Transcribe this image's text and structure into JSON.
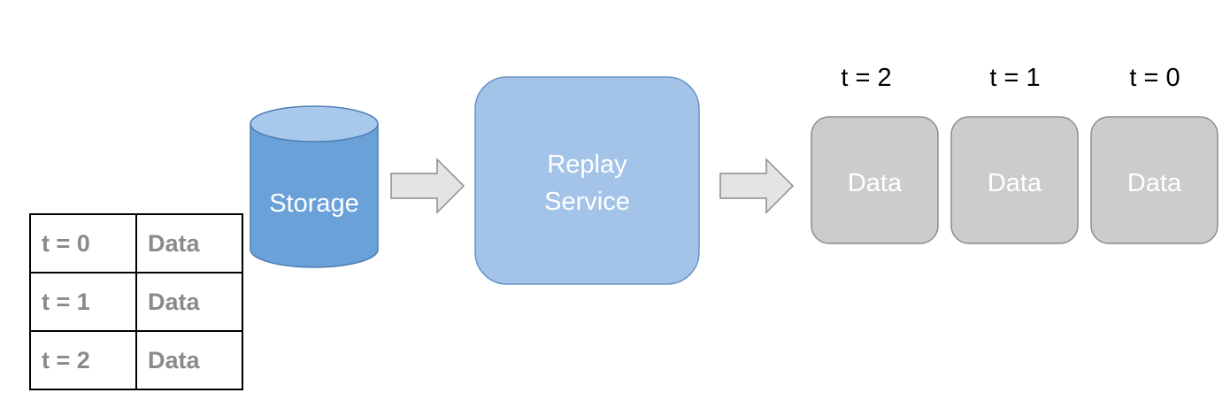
{
  "storage": {
    "label": "Storage"
  },
  "replay_service": {
    "line1": "Replay",
    "line2": "Service"
  },
  "output_queue": [
    {
      "time": "t = 2",
      "label": "Data"
    },
    {
      "time": "t = 1",
      "label": "Data"
    },
    {
      "time": "t = 0",
      "label": "Data"
    }
  ],
  "input_table": {
    "rows": [
      {
        "time": "t = 0",
        "value": "Data"
      },
      {
        "time": "t = 1",
        "value": "Data"
      },
      {
        "time": "t = 2",
        "value": "Data"
      }
    ]
  },
  "colors": {
    "storage_body": "#6aa1d8",
    "storage_top": "#a9c9ec",
    "storage_stroke": "#4f7fb4",
    "replay_fill": "#a3c3e8",
    "replay_stroke": "#6a94c6",
    "packet_fill": "#cccccc",
    "packet_stroke": "#8c8c8c",
    "arrow_fill": "#e4e4e4",
    "arrow_stroke": "#8c8c8c",
    "table_text": "#8a8a8a"
  }
}
